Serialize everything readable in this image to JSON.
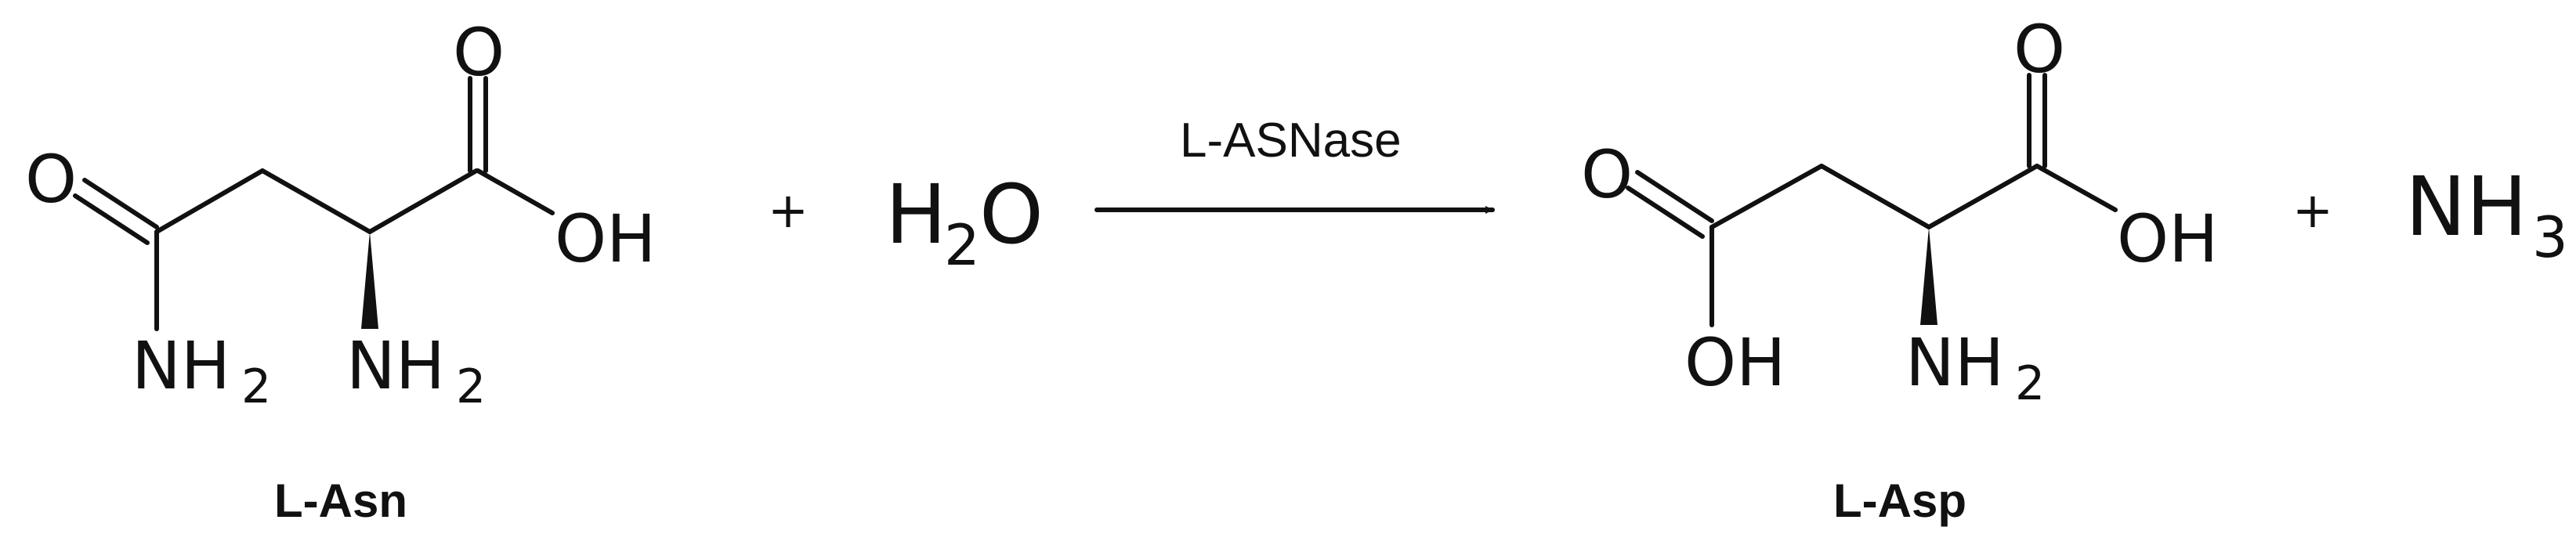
{
  "reactant1": {
    "name": "L-Asn",
    "atoms": {
      "oxygen_amide": "O",
      "oxygen_acid": "O",
      "oh": "OH",
      "n_side": "NH",
      "n_side_sub": "2",
      "n_alpha": "NH",
      "n_alpha_sub": "2"
    }
  },
  "plus1": "+",
  "water": {
    "h": "H",
    "sub": "2",
    "o": "O"
  },
  "enzyme": "L-ASNase",
  "product1": {
    "name": "L-Asp",
    "atoms": {
      "oxygen_side": "O",
      "oxygen_acid": "O",
      "oh_acid": "OH",
      "oh_side": "OH",
      "n_alpha": "NH",
      "n_alpha_sub": "2"
    }
  },
  "plus2": "+",
  "ammonia": {
    "nh": "NH",
    "sub": "3"
  }
}
